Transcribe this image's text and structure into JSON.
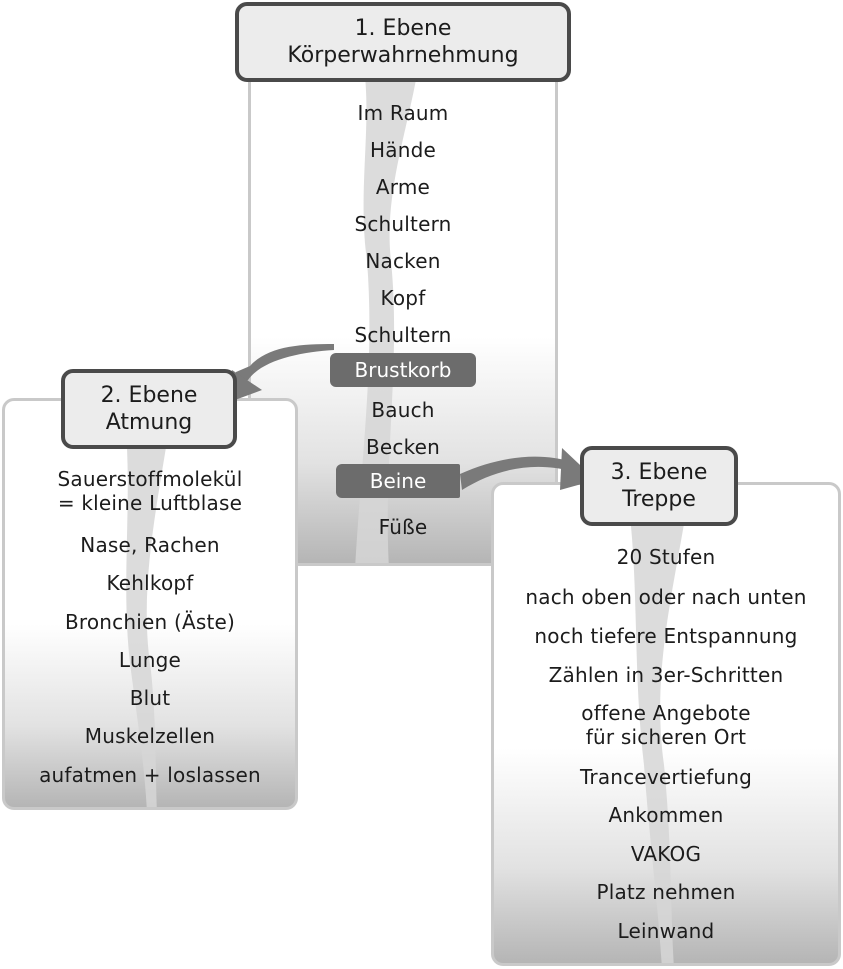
{
  "level1": {
    "title_line1": "1. Ebene",
    "title_line2": "Körperwahrnehmung",
    "items": [
      "Im Raum",
      "Hände",
      "Arme",
      "Schultern",
      "Nacken",
      "Kopf",
      "Schultern",
      "Brustkorb",
      "Bauch",
      "Becken",
      "Beine",
      "Füße"
    ]
  },
  "level2": {
    "title_line1": "2. Ebene",
    "title_line2": "Atmung",
    "items": [
      "Sauerstoffmolekül",
      "= kleine Luftblase",
      "Nase, Rachen",
      "Kehlkopf",
      "Bronchien (Äste)",
      "Lunge",
      "Blut",
      "Muskelzellen",
      "aufatmen + loslassen"
    ]
  },
  "level3": {
    "title_line1": "3. Ebene",
    "title_line2": "Treppe",
    "items": [
      "20 Stufen",
      "nach oben oder nach unten",
      "noch tiefere Entspannung",
      "Zählen in 3er-Schritten",
      "offene Angebote",
      "für sicheren Ort",
      "Trancevertiefung",
      "Ankommen",
      "VAKOG",
      "Platz nehmen",
      "Leinwand"
    ]
  },
  "colors": {
    "title_fill": "#ececec",
    "title_border": "#4a4a4a",
    "panel_border": "#c9c9c9",
    "highlight_pill": "#6c6c6c",
    "arrow": "#7a7a7a"
  }
}
